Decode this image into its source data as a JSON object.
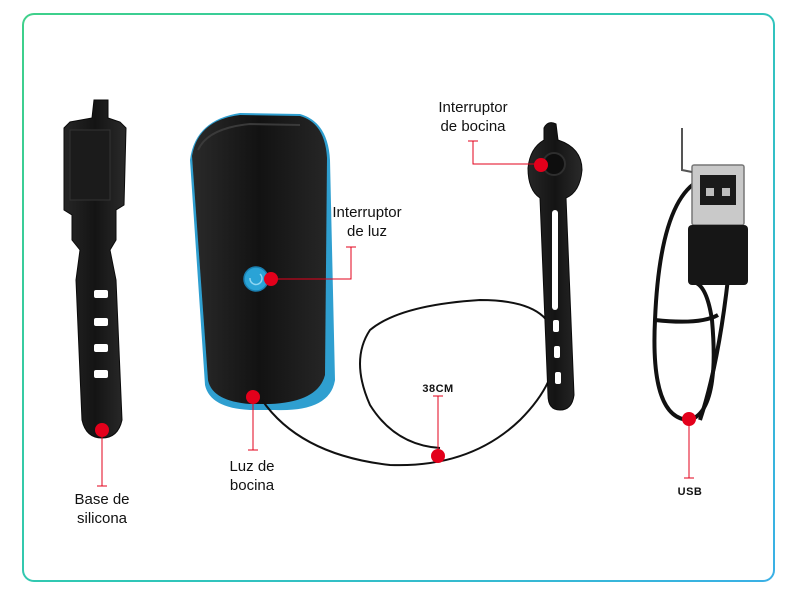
{
  "labels": {
    "strap": "Base de\nsilicona",
    "horn_light": "Luz de\nbocina",
    "light_switch": "Interruptor\nde luz",
    "horn_switch": "Interruptor\nde bocina",
    "cable_length": "38CM",
    "usb": "USB"
  },
  "colors": {
    "frame_gradient_start": "#3fd08a",
    "frame_gradient_end": "#3ab0e6",
    "marker": "#e3001b",
    "device_body": "#1a1a1a",
    "device_trim": "#34a8d8",
    "button": "#2aa3d6"
  }
}
